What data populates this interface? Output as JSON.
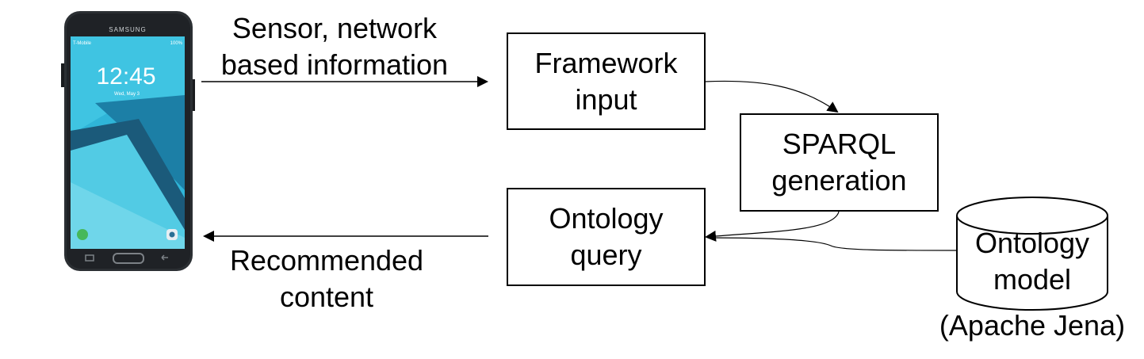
{
  "phone": {
    "brand": "SAMSUNG",
    "carrier": "T-Mobile",
    "battery": "100%",
    "time": "12:45",
    "date": "Wed, May 3"
  },
  "edges": {
    "to_framework": [
      "Sensor, network",
      "based information"
    ],
    "to_phone": [
      "Recommended",
      "content"
    ]
  },
  "nodes": {
    "framework_input": [
      "Framework",
      "input"
    ],
    "sparql_generation": [
      "SPARQL",
      "generation"
    ],
    "ontology_query": [
      "Ontology",
      "query"
    ],
    "ontology_model": [
      "Ontology",
      "model"
    ],
    "ontology_model_caption": "(Apache Jena)"
  },
  "colors": {
    "phone_body": "#2b2f33",
    "screen_top": "#2fb5d8",
    "screen_mid": "#1c7fa6",
    "screen_dark": "#1b5a7a",
    "call_green": "#46b85a"
  }
}
